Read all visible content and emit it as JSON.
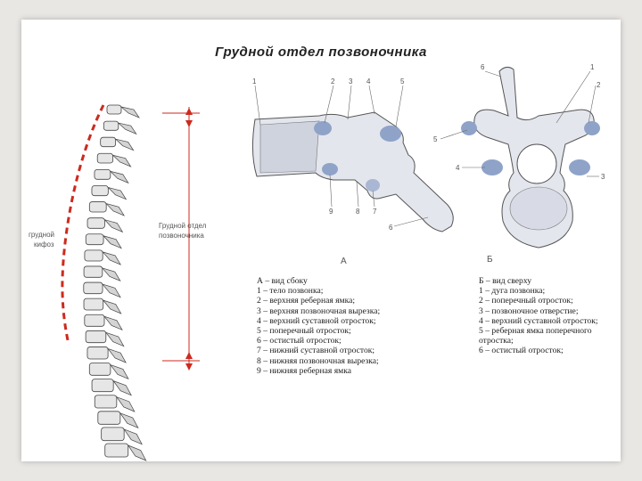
{
  "title": "Грудной отдел позвоночника",
  "spine": {
    "kyphosis_label_1": "грудной",
    "kyphosis_label_2": "кифоз",
    "region_label_1": "Грудной отдел",
    "region_label_2": "позвоночника"
  },
  "view_a": {
    "letter": "А",
    "numbers": {
      "n1": "1",
      "n2": "2",
      "n3": "3",
      "n4": "4",
      "n5": "5",
      "n6": "6",
      "n7": "7",
      "n8": "8",
      "n9": "9"
    }
  },
  "view_b": {
    "letter": "Б",
    "numbers": {
      "n1": "1",
      "n2": "2",
      "n3": "3",
      "n4": "4",
      "n5": "5",
      "n6": "6"
    }
  },
  "caption_a": {
    "heading": "А – вид сбоку",
    "items": [
      "1 – тело позвонка;",
      "2 – верхняя реберная ямка;",
      "3 – верхняя позвоночная вырезка;",
      "4 – верхний суставной отросток;",
      "5 – поперечный отросток;",
      "6 – остистый отросток;",
      "7 – нижний суставной отросток;",
      "8 – нижняя позвоночная вырезка;",
      "9 – нижняя реберная ямка"
    ]
  },
  "caption_b": {
    "heading": "Б – вид сверху",
    "items": [
      "1 – дуга позвонка;",
      "2 – поперечный отросток;",
      "3 – позвоночное отверстие;",
      "4 – верхний суставной отросток;",
      "5 – реберная ямка поперечного отростка;",
      "6 – остистый отросток;"
    ]
  },
  "colors": {
    "accent_red": "#cc2a1e",
    "bone": "#e4e6ee",
    "facet_blue": "#8fa3c8"
  }
}
